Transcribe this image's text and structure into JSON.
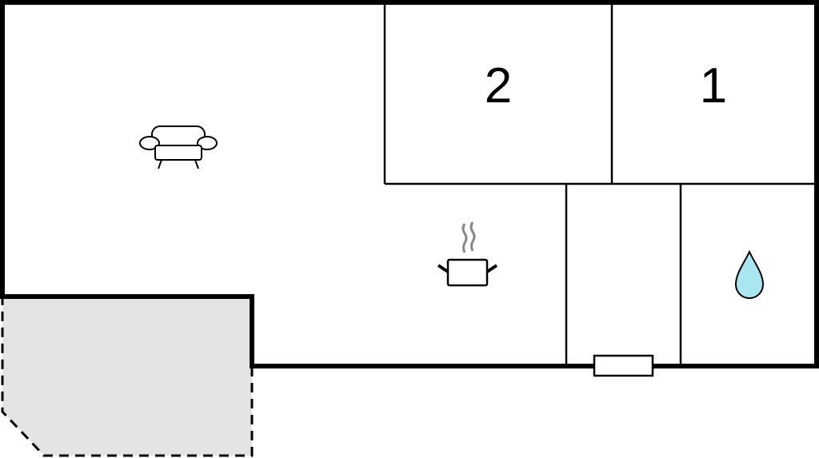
{
  "rooms": [
    {
      "label": "2",
      "type": "bedroom"
    },
    {
      "label": "1",
      "type": "bedroom"
    }
  ],
  "icons": [
    "sofa-icon",
    "cooking-pot-icon",
    "water-drop-icon",
    "window-icon"
  ],
  "colors": {
    "wall": "#000000",
    "terrace": "#e4e4e4",
    "water": "#a8e6f0",
    "steam": "#888888"
  }
}
